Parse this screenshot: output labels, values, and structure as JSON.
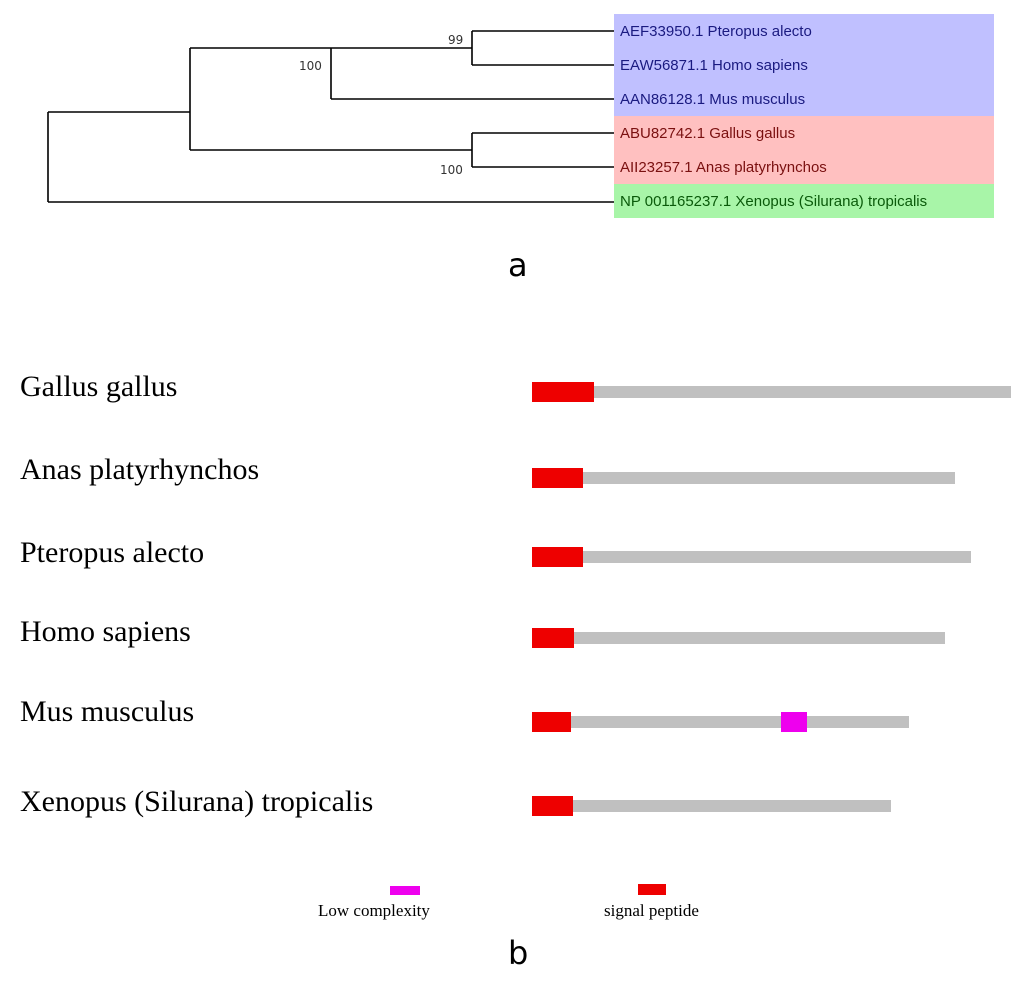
{
  "panel_a": {
    "label": "a",
    "bootstrap": [
      "99",
      "100",
      "100"
    ],
    "leaves": [
      {
        "text": "AEF33950.1 Pteropus alecto",
        "group": "mammal"
      },
      {
        "text": "EAW56871.1 Homo sapiens",
        "group": "mammal"
      },
      {
        "text": "AAN86128.1 Mus musculus",
        "group": "mammal"
      },
      {
        "text": "ABU82742.1 Gallus gallus",
        "group": "bird"
      },
      {
        "text": "AII23257.1 Anas platyrhynchos",
        "group": "bird"
      },
      {
        "text": "NP 001165237.1 Xenopus (Silurana) tropicalis",
        "group": "amphibian"
      }
    ],
    "group_colors": {
      "mammal": {
        "bg": "#c0c0ff",
        "text": "#1a1a80"
      },
      "bird": {
        "bg": "#ffc0c0",
        "text": "#7a1010"
      },
      "amphibian": {
        "bg": "#a8f5a8",
        "text": "#0a5a0a"
      }
    }
  },
  "panel_b": {
    "label": "b",
    "proteins": [
      {
        "species": "Gallus gallus",
        "length_frac": 1.0,
        "signal_peptide_frac": 0.13
      },
      {
        "species": "Anas platyrhynchos",
        "length_frac": 0.883,
        "signal_peptide_frac": 0.106
      },
      {
        "species": "Pteropus alecto",
        "length_frac": 0.916,
        "signal_peptide_frac": 0.106
      },
      {
        "species": "Homo sapiens",
        "length_frac": 0.863,
        "signal_peptide_frac": 0.087
      },
      {
        "species": "Mus musculus",
        "length_frac": 0.788,
        "signal_peptide_frac": 0.081,
        "low_complexity_frac": [
          0.52,
          0.575
        ]
      },
      {
        "species": "Xenopus (Silurana) tropicalis",
        "length_frac": 0.75,
        "signal_peptide_frac": 0.085
      }
    ],
    "legend": {
      "low_complexity": {
        "label": "Low complexity",
        "color": "#ee00ee"
      },
      "signal_peptide": {
        "label": "signal peptide",
        "color": "#ee0000"
      }
    },
    "track_color": "#c0c0c0"
  }
}
